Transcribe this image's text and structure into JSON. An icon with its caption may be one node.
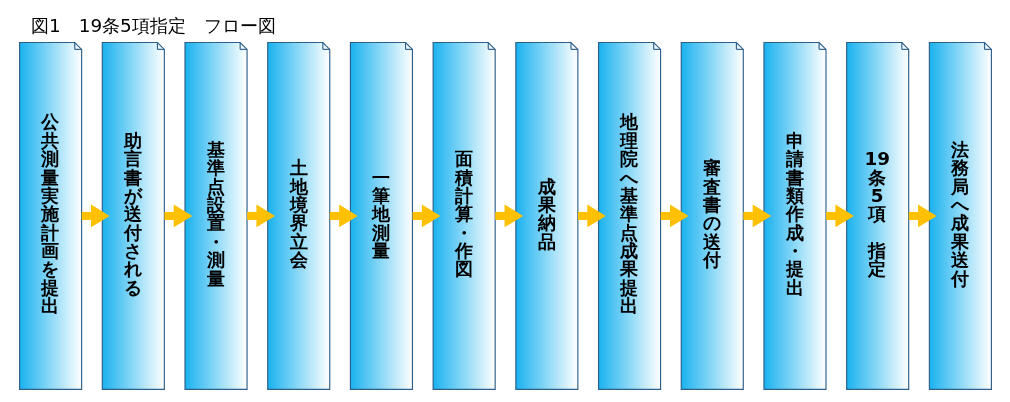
{
  "diagram": {
    "title": "図1　19条5項指定　フロー図",
    "nodes": [
      {
        "text": [
          "公共測量実施計画を提出"
        ]
      },
      {
        "text": [
          "助言書が送付される"
        ]
      },
      {
        "text": [
          "基準点設置・測量"
        ]
      },
      {
        "text": [
          "土地境界立会"
        ]
      },
      {
        "text": [
          "一筆地測量"
        ]
      },
      {
        "text": [
          "面積計算・作図"
        ]
      },
      {
        "text": [
          "成果納品"
        ]
      },
      {
        "text": [
          "地理院へ基準点成果提出"
        ]
      },
      {
        "text": [
          "審査書の送付"
        ]
      },
      {
        "text": [
          "申請書類作成・提出"
        ]
      },
      {
        "text": [
          "19条5項",
          "指定"
        ]
      },
      {
        "text": [
          "法務局へ成果送付"
        ]
      }
    ],
    "edges": [
      {
        "from": 0,
        "to": 1,
        "arrow": "to"
      },
      {
        "from": 1,
        "to": 2,
        "arrow": "to"
      },
      {
        "from": 2,
        "to": 3,
        "arrow": "to"
      },
      {
        "from": 3,
        "to": 4,
        "arrow": "to"
      },
      {
        "from": 4,
        "to": 5,
        "arrow": "to"
      },
      {
        "from": 5,
        "to": 6,
        "arrow": "to"
      },
      {
        "from": 6,
        "to": 7,
        "arrow": "to"
      },
      {
        "from": 7,
        "to": 8,
        "arrow": "to"
      },
      {
        "from": 8,
        "to": 9,
        "arrow": "to"
      },
      {
        "from": 9,
        "to": 10,
        "arrow": "to"
      },
      {
        "from": 10,
        "to": 11,
        "arrow": "to"
      }
    ]
  }
}
